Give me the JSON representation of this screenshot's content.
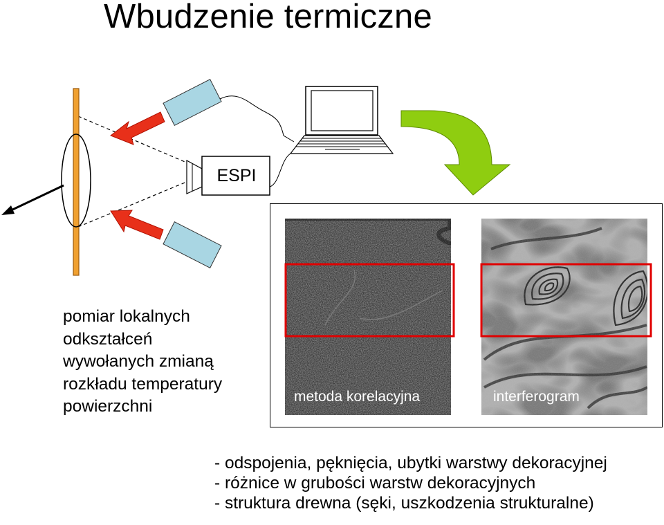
{
  "title": "Wbudzenie termiczne",
  "diagram": {
    "device_label": "ESPI",
    "icons": [
      "laptop-icon",
      "camera-icon",
      "heat-lamp-icon",
      "green-curved-arrow-icon",
      "red-arrow-icon"
    ],
    "colors": {
      "sample_bar": "#f0a030",
      "lamp_body": "#a9d6e3",
      "red_arrow": "#e8301a",
      "green_arrow": "#8fcd10",
      "highlight_box": "#e00000"
    }
  },
  "description": {
    "lines": [
      "pomiar lokalnych",
      "odkształceń",
      "wywołanych zmianą",
      "rozkładu temperatury",
      "powierzchni"
    ]
  },
  "results": {
    "correlation_caption": "metoda korelacyjna",
    "interferogram_caption": "interferogram"
  },
  "findings": [
    "- odspojenia, pęknięcia, ubytki warstwy dekoracyjnej",
    "- różnice w grubości warstw dekoracyjnych",
    "- struktura drewna (sęki, uszkodzenia strukturalne)"
  ]
}
